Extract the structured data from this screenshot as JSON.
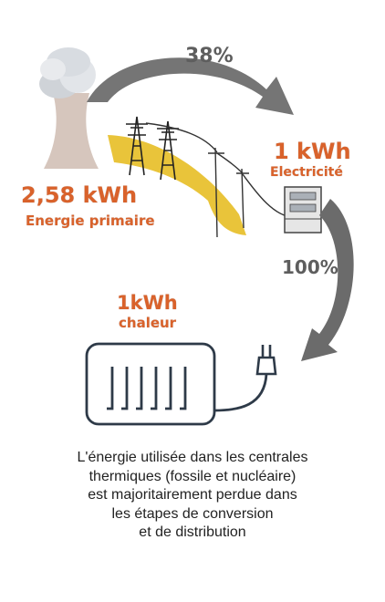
{
  "arrow_top": {
    "label": "38%"
  },
  "electricity": {
    "amount": "1 kWh",
    "name": "Electricité"
  },
  "primary_energy": {
    "amount": "2,58 kWh",
    "name": "Energie primaire"
  },
  "arrow_right": {
    "label": "100%"
  },
  "heat": {
    "amount": "1kWh",
    "name": "chaleur"
  },
  "caption": {
    "lines": [
      "L'énergie utilisée dans les centrales",
      "thermiques (fossile et nucléaire)",
      "est majoritairement perdue dans",
      "les étapes de conversion",
      "et de distribution"
    ]
  },
  "colors": {
    "label_orange": "#d9622b",
    "arrow_grey": "#757575",
    "grid_band_yellow": "#e9c43a",
    "radiator_outline": "#2e3a48"
  },
  "icons": [
    "cooling-tower-icon",
    "steam-icon",
    "pylon-icon",
    "utility-pole-icon",
    "electric-meter-icon",
    "radiator-icon",
    "plug-icon"
  ]
}
